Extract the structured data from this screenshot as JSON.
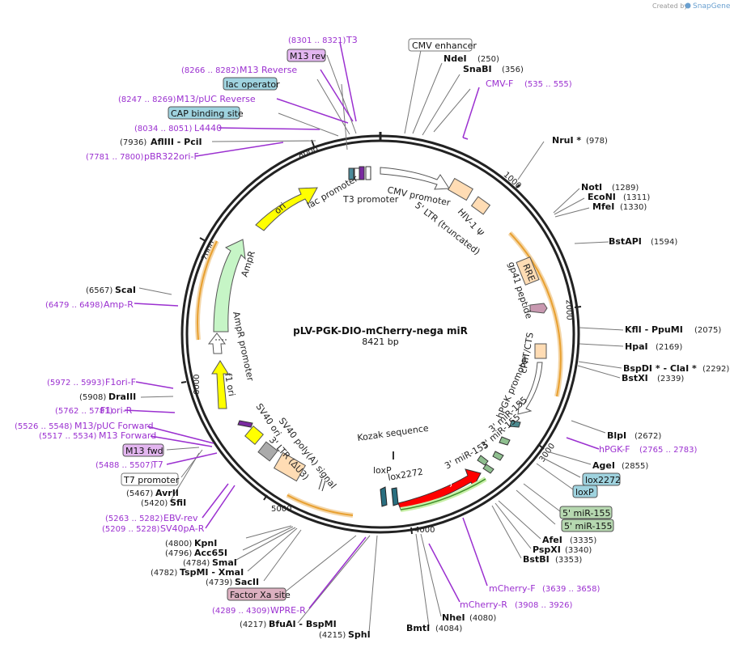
{
  "header": {
    "created_by": "Created by",
    "brand": "SnapGene"
  },
  "plasmid": {
    "name": "pLV-PGK-DIO-mCherry-nega miR",
    "size": "8421 bp"
  },
  "ticks": [
    "1000",
    "2000",
    "3000",
    "4000",
    "5000",
    "6000",
    "7000",
    "8000"
  ],
  "sites_right": [
    {
      "name": "NdeI",
      "coord": "(250)"
    },
    {
      "name": "SnaBI",
      "coord": "(356)"
    },
    {
      "name": "NruI *",
      "coord": "(978)"
    },
    {
      "name": "NotI",
      "coord": "(1289)"
    },
    {
      "name": "EcoNI",
      "coord": "(1311)"
    },
    {
      "name": "MfeI",
      "coord": "(1330)"
    },
    {
      "name": "BstAPI",
      "coord": "(1594)"
    },
    {
      "name": "KflI - PpuMI",
      "coord": "(2075)"
    },
    {
      "name": "HpaI",
      "coord": "(2169)"
    },
    {
      "name": "BspDI * - ClaI *",
      "coord": "(2292)"
    },
    {
      "name": "BstXI",
      "coord": "(2339)"
    },
    {
      "name": "BlpI",
      "coord": "(2672)"
    },
    {
      "name": "AgeI",
      "coord": "(2855)"
    },
    {
      "name": "AfeI",
      "coord": "(3335)"
    },
    {
      "name": "PspXI",
      "coord": "(3340)"
    },
    {
      "name": "BstBI",
      "coord": "(3353)"
    },
    {
      "name": "NheI",
      "coord": "(4080)"
    },
    {
      "name": "BmtI",
      "coord": "(4084)"
    }
  ],
  "sites_left": [
    {
      "name": "AflIII - PciI",
      "coord": "(7936)"
    },
    {
      "name": "ScaI",
      "coord": "(6567)"
    },
    {
      "name": "DraIII",
      "coord": "(5908)"
    },
    {
      "name": "AvrII",
      "coord": "(5467)"
    },
    {
      "name": "SfiI",
      "coord": "(5420)"
    },
    {
      "name": "KpnI",
      "coord": "(4800)"
    },
    {
      "name": "Acc65I",
      "coord": "(4796)"
    },
    {
      "name": "SmaI",
      "coord": "(4784)"
    },
    {
      "name": "TspMI - XmaI",
      "coord": "(4782)"
    },
    {
      "name": "SacII",
      "coord": "(4739)"
    },
    {
      "name": "BfuAI - BspMI",
      "coord": "(4217)"
    },
    {
      "name": "SphI",
      "coord": "(4215)"
    }
  ],
  "primers_right": [
    {
      "name": "CMV-F",
      "coord": "(535 .. 555)"
    },
    {
      "name": "hPGK-F",
      "coord": "(2765 .. 2783)"
    },
    {
      "name": "mCherry-F",
      "coord": "(3639 .. 3658)"
    },
    {
      "name": "mCherry-R",
      "coord": "(3908 .. 3926)"
    }
  ],
  "primers_left": [
    {
      "name": "T3",
      "coord": "(8301 .. 8321)"
    },
    {
      "name": "M13 Reverse",
      "coord": "(8266 .. 8282)"
    },
    {
      "name": "M13/pUC Reverse",
      "coord": "(8247 .. 8269)"
    },
    {
      "name": "L4440",
      "coord": "(8034 .. 8051)"
    },
    {
      "name": "pBR322ori-F",
      "coord": "(7781 .. 7800)"
    },
    {
      "name": "Amp-R",
      "coord": "(6479 .. 6498)"
    },
    {
      "name": "F1ori-F",
      "coord": "(5972 .. 5993)"
    },
    {
      "name": "F1ori-R",
      "coord": "(5762 .. 5781)"
    },
    {
      "name": "M13/pUC Forward",
      "coord": "(5526 .. 5548)"
    },
    {
      "name": "M13 Forward",
      "coord": "(5517 .. 5534)"
    },
    {
      "name": "T7",
      "coord": "(5488 .. 5507)"
    },
    {
      "name": "EBV-rev",
      "coord": "(5263 .. 5282)"
    },
    {
      "name": "SV40pA-R",
      "coord": "(5209 .. 5228)"
    },
    {
      "name": "WPRE-R",
      "coord": "(4289 .. 4309)"
    }
  ],
  "boxed_labels": [
    {
      "name": "CMV enhancer",
      "color": "#ffffff"
    },
    {
      "name": "M13 rev",
      "color": "#e3b6f0"
    },
    {
      "name": "lac operator",
      "color": "#9fd3df"
    },
    {
      "name": "CAP binding site",
      "color": "#9fd3df"
    },
    {
      "name": "lox2272",
      "color": "#9fd3df"
    },
    {
      "name": "loxP",
      "color": "#9fd3df"
    },
    {
      "name": "5' miR-155",
      "color": "#b6d8b0"
    },
    {
      "name": "5' miR-155",
      "color": "#b6d8b0"
    },
    {
      "name": "Factor Xa site",
      "color": "#dcb0c0"
    },
    {
      "name": "M13 fwd",
      "color": "#e3b6f0"
    },
    {
      "name": "T7 promoter",
      "color": "#ffffff"
    }
  ],
  "features": {
    "cmv_promoter": "CMV promoter",
    "ltr5": "5' LTR (truncated)",
    "hiv_psi": "HIV-1 Ψ",
    "rre": "RRE",
    "gp41": "gp41 peptide",
    "cppt": "cPPT/CTS",
    "hpgk": "hPGK promoter",
    "mir155_a": "3' miR-155",
    "mir155_b": "3' miR-155",
    "mir155_c": "3' miR-155",
    "kozak": "Kozak sequence",
    "loxp": "loxP",
    "lox2272": "lox2272",
    "mcherry": "mCherry",
    "ltr3": "3' LTR (ΔU3)",
    "sv40pa": "SV40 poly(A) signal",
    "sv40ori": "SV40 ori",
    "f1ori": "f1 ori",
    "ampr_promoter": "AmpR promoter",
    "ampr": "AmpR",
    "ori": "ori",
    "lac_promoter": "lac promoter",
    "t3_promoter": "T3 promoter"
  },
  "colors": {
    "ring": "#222222",
    "primer": "#9b30d0",
    "orf_yellow": "#ffff00",
    "orf_red": "#ff0000",
    "ampr_green": "#c6f5c6",
    "ltr_peach": "#ffdcb4",
    "orange_arc": "#e8a030"
  }
}
